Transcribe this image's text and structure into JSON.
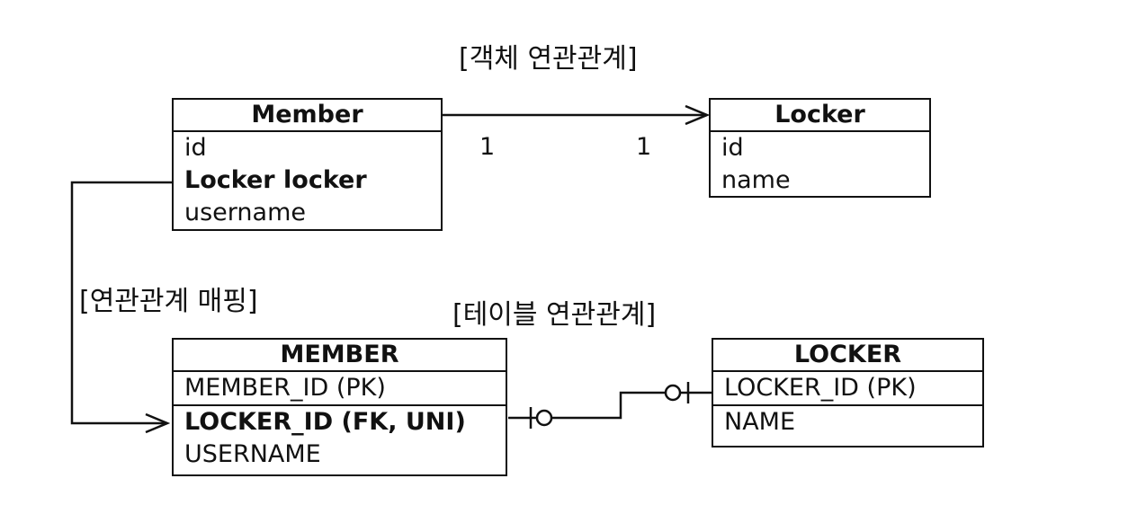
{
  "titles": {
    "object_relation": "[객체 연관관계]",
    "mapping": "[연관관계 매핑]",
    "table_relation": "[테이블 연관관계]"
  },
  "object_model": {
    "member": {
      "name": "Member",
      "fields": [
        "id",
        "Locker locker",
        "username"
      ]
    },
    "locker": {
      "name": "Locker",
      "fields": [
        "id",
        "name"
      ]
    },
    "cardinality": {
      "source": "1",
      "target": "1"
    }
  },
  "table_model": {
    "member": {
      "name": "MEMBER",
      "columns": [
        "MEMBER_ID (PK)",
        "LOCKER_ID (FK, UNI)",
        "USERNAME"
      ]
    },
    "locker": {
      "name": "LOCKER",
      "columns": [
        "LOCKER_ID (PK)",
        "NAME"
      ]
    }
  },
  "colors": {
    "stroke": "#111111",
    "background": "#ffffff"
  }
}
